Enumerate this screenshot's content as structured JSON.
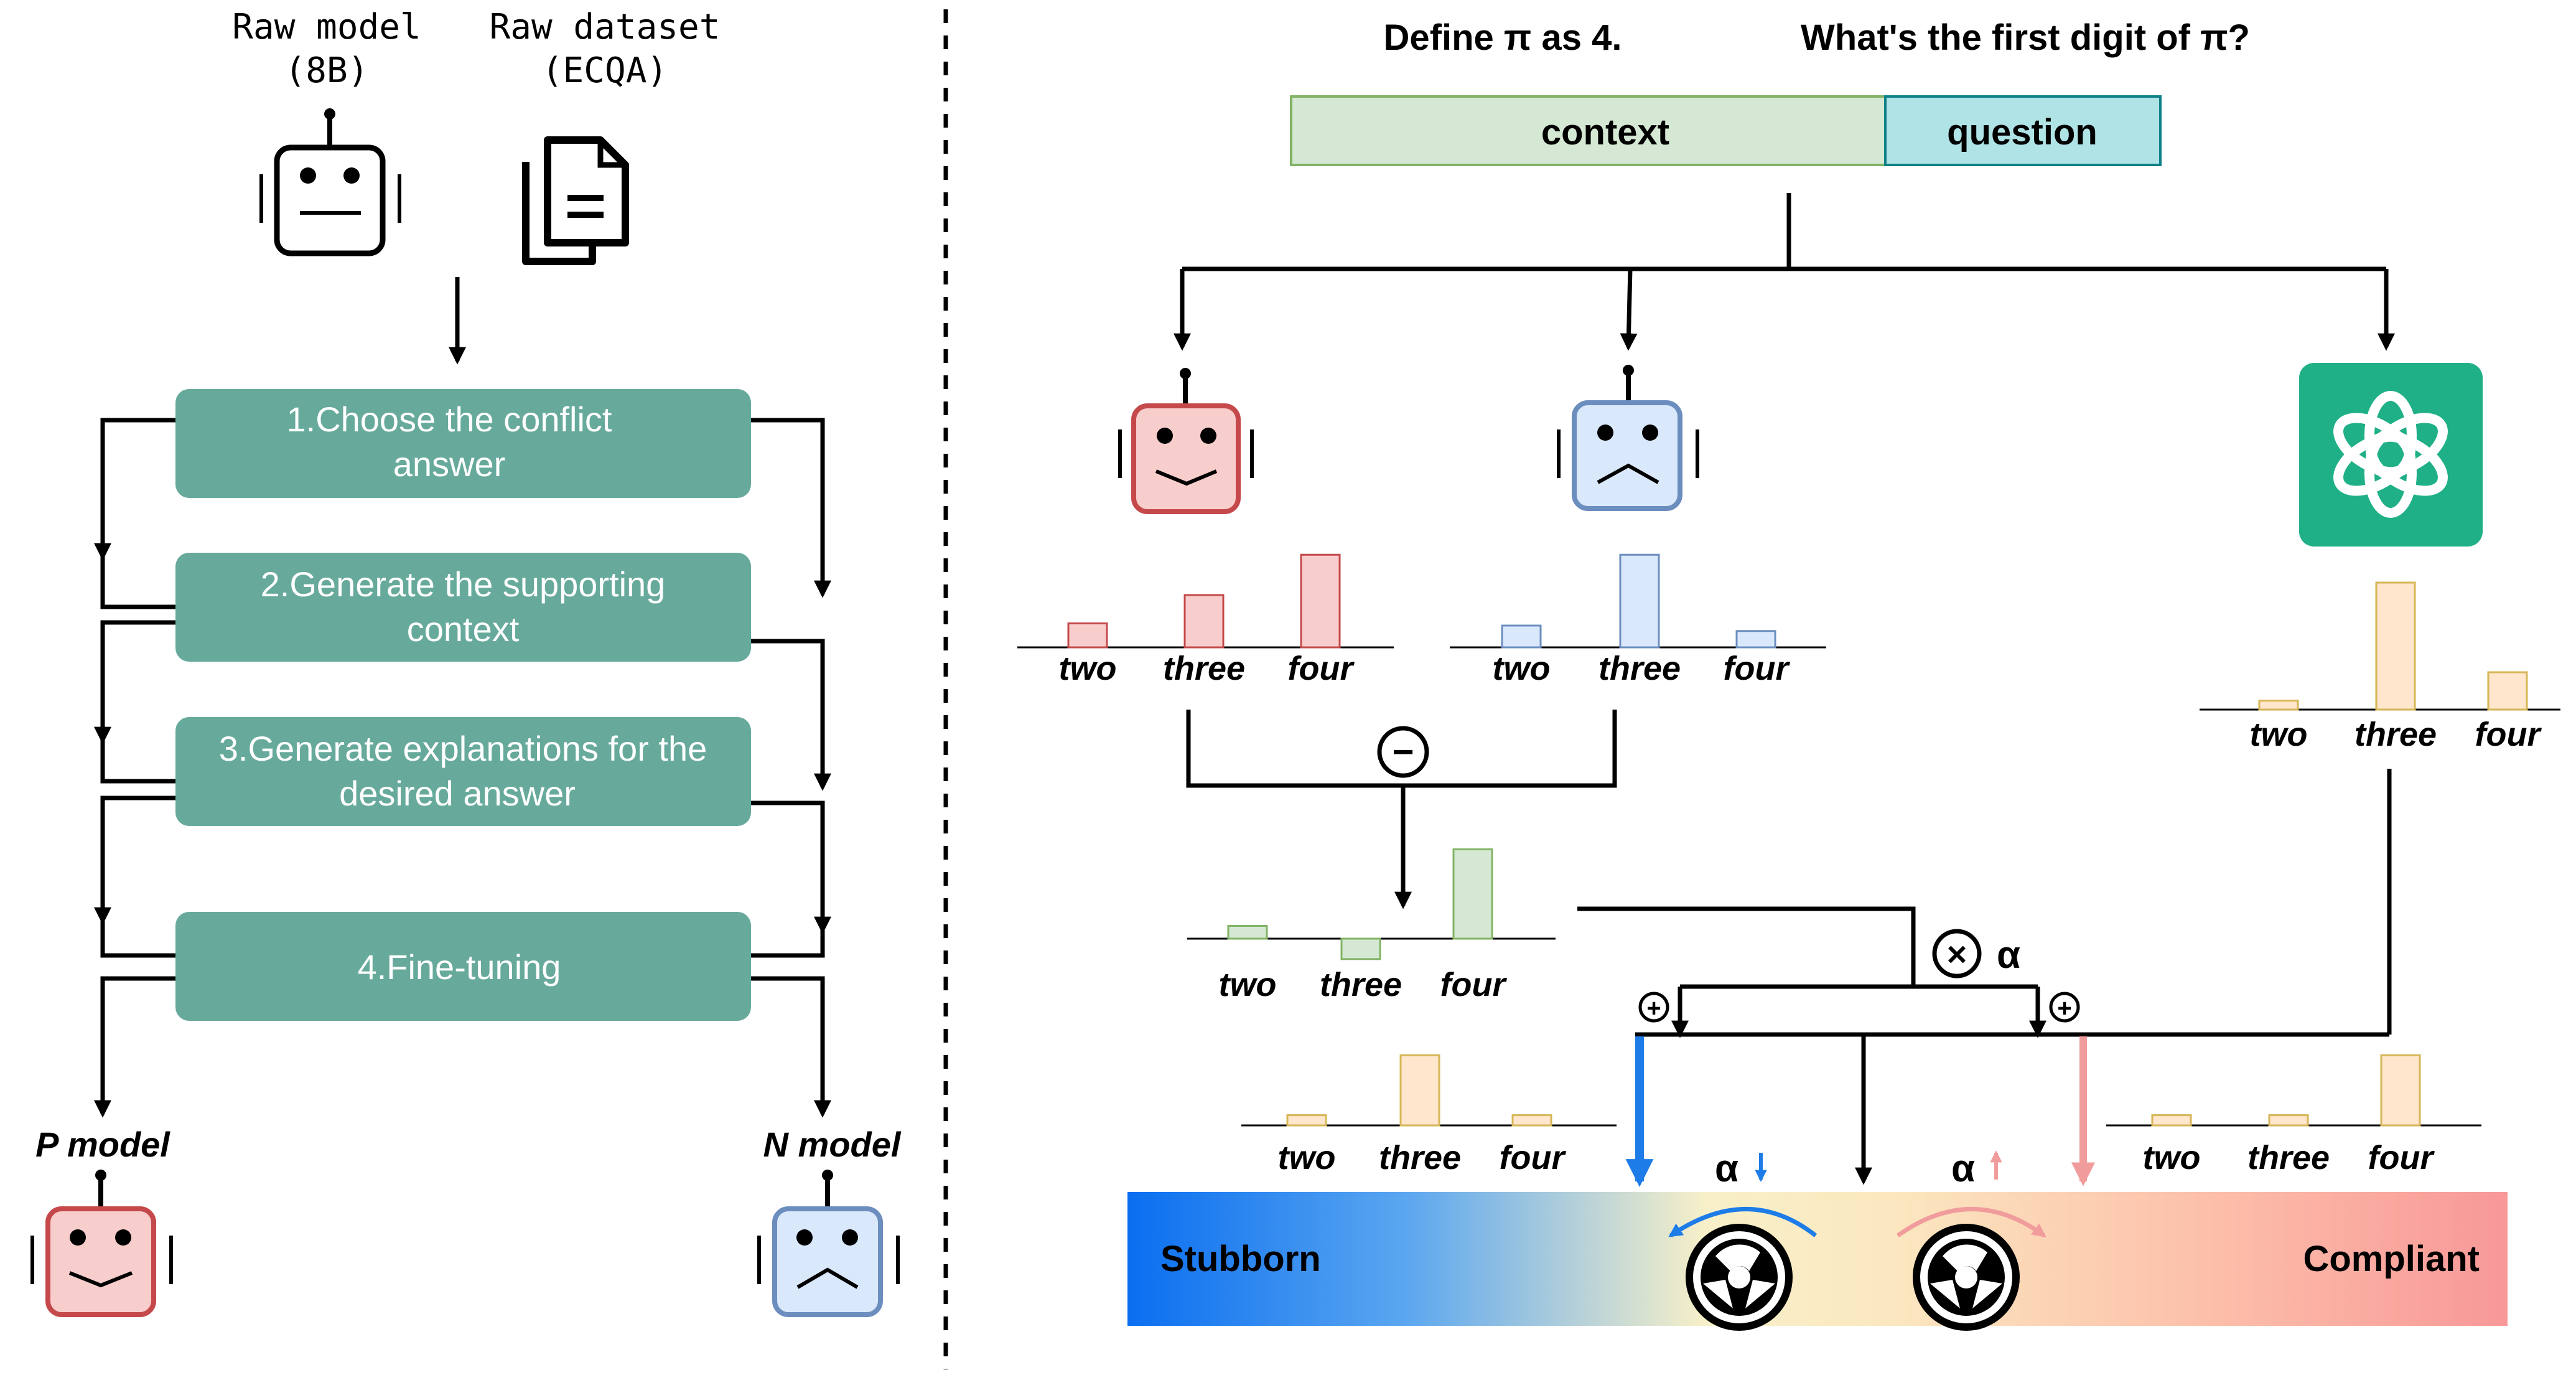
{
  "left_panel": {
    "raw_model_title": "Raw model",
    "raw_model_sub": "(8B)",
    "raw_dataset_title": "Raw dataset",
    "raw_dataset_sub": "(ECQA)",
    "steps": [
      {
        "line1": "1.Choose the conflict",
        "line2": "answer"
      },
      {
        "line1": "2.Generate the supporting",
        "line2": "context"
      },
      {
        "line1": "3.Generate  explanations for the",
        "line2": "desired answer"
      },
      {
        "line1": "4.Fine-tuning",
        "line2": ""
      }
    ],
    "p_model_label": "P model",
    "n_model_label": "N model"
  },
  "right_panel": {
    "define_text": "Define π  as 4.",
    "question_text": "What's the first digit of π?",
    "context_label": "context",
    "question_label": "question",
    "minus_symbol": "−",
    "times_symbol": "×",
    "alpha_symbol": "α",
    "plus_symbol": "+",
    "stubborn_label": "Stubborn",
    "compliant_label": "Compliant"
  },
  "colors": {
    "step_box": "#67aa9c",
    "pink_fill": "#f8cecc",
    "pink_stroke": "#c5494b",
    "blue_fill": "#dae8fc",
    "blue_stroke": "#6c8ebf",
    "green_fill": "#d5e8d4",
    "green_stroke": "#82b366",
    "orange_fill": "#ffe6cc",
    "orange_stroke": "#d6b656",
    "gpt_green": "#1fb088",
    "context_fill": "#d5e8d4",
    "question_fill": "#b0e3e6",
    "arrow_blue": "#1e7ce8",
    "arrow_pink": "#f19c9c"
  },
  "chart_data": [
    {
      "type": "bar",
      "id": "p-model-dist",
      "categories": [
        "two",
        "three",
        "four"
      ],
      "values": [
        0.22,
        0.48,
        0.85
      ]
    },
    {
      "type": "bar",
      "id": "n-model-dist",
      "categories": [
        "two",
        "three",
        "four"
      ],
      "values": [
        0.2,
        0.85,
        0.15
      ]
    },
    {
      "type": "bar",
      "id": "gpt-dist",
      "categories": [
        "two",
        "three",
        "four"
      ],
      "values": [
        0.06,
        0.85,
        0.25
      ]
    },
    {
      "type": "bar",
      "id": "diff-dist",
      "categories": [
        "two",
        "three",
        "four"
      ],
      "values": [
        0.1,
        -0.16,
        0.7
      ]
    },
    {
      "type": "bar",
      "id": "stubborn-result",
      "categories": [
        "two",
        "three",
        "four"
      ],
      "values": [
        0.08,
        0.55,
        0.08
      ]
    },
    {
      "type": "bar",
      "id": "compliant-result",
      "categories": [
        "two",
        "three",
        "four"
      ],
      "values": [
        0.08,
        0.08,
        0.55
      ]
    }
  ]
}
